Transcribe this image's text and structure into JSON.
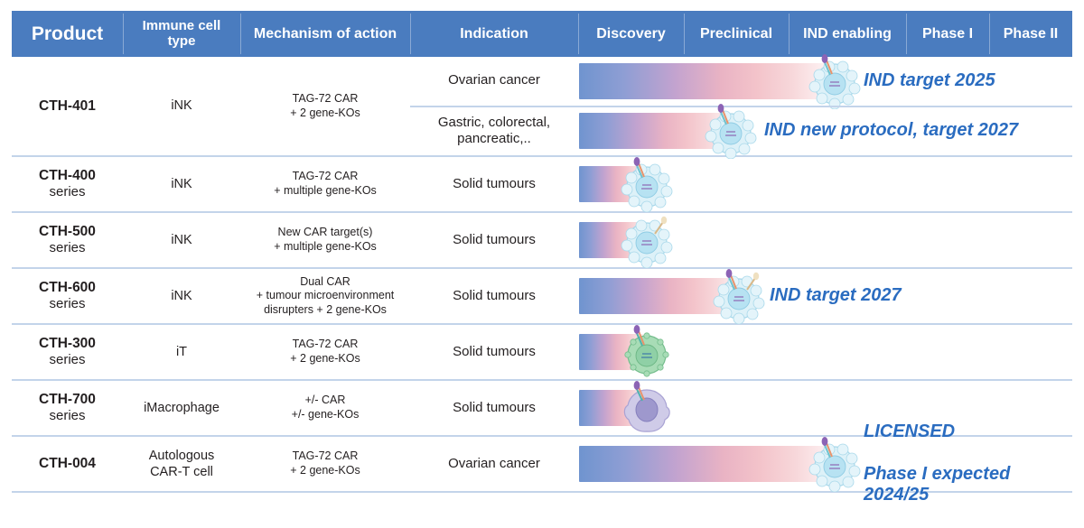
{
  "chart_data": {
    "type": "table",
    "title": "Clinical development pipeline",
    "stages": [
      "Discovery",
      "Preclinical",
      "IND enabling",
      "Phase I",
      "Phase II"
    ],
    "columns": [
      "Product",
      "Immune cell type",
      "Mechanism of action",
      "Indication",
      "Discovery",
      "Preclinical",
      "IND enabling",
      "Phase I",
      "Phase II"
    ],
    "rows": [
      {
        "product": "CTH-401",
        "cell_type": "iNK",
        "moa": "TAG-72 CAR\n+ 2 gene-KOs",
        "indications": [
          "Ovarian cancer",
          "Gastric, colorectal, pancreatic,.."
        ],
        "progress": [
          "IND enabling",
          "Preclinical"
        ],
        "annotations": [
          "IND target 2025",
          "IND new protocol, target 2027"
        ]
      },
      {
        "product": "CTH-400 series",
        "cell_type": "iNK",
        "moa": "TAG-72 CAR\n+ multiple gene-KOs",
        "indications": [
          "Solid tumours"
        ],
        "progress": [
          "Discovery"
        ],
        "annotations": [
          ""
        ]
      },
      {
        "product": "CTH-500 series",
        "cell_type": "iNK",
        "moa": "New CAR target(s)\n+ multiple gene-KOs",
        "indications": [
          "Solid tumours"
        ],
        "progress": [
          "Discovery"
        ],
        "annotations": [
          ""
        ]
      },
      {
        "product": "CTH-600 series",
        "cell_type": "iNK",
        "moa": "Dual CAR\n+ tumour microenvironment disrupters + 2 gene-KOs",
        "indications": [
          "Solid tumours"
        ],
        "progress": [
          "Preclinical"
        ],
        "annotations": [
          "IND target 2027"
        ]
      },
      {
        "product": "CTH-300 series",
        "cell_type": "iT",
        "moa": "TAG-72 CAR\n+ 2 gene-KOs",
        "indications": [
          "Solid tumours"
        ],
        "progress": [
          "Discovery"
        ],
        "annotations": [
          ""
        ]
      },
      {
        "product": "CTH-700 series",
        "cell_type": "iMacrophage",
        "moa": "+/- CAR\n+/- gene-KOs",
        "indications": [
          "Solid tumours"
        ],
        "progress": [
          "Discovery"
        ],
        "annotations": [
          ""
        ]
      },
      {
        "product": "CTH-004",
        "cell_type": "Autologous CAR-T cell",
        "moa": "TAG-72 CAR\n+ 2 gene-KOs",
        "indications": [
          "Ovarian cancer"
        ],
        "progress": [
          "IND enabling"
        ],
        "annotations": [
          "LICENSED\nPhase I expected 2024/25"
        ]
      }
    ]
  },
  "colors": {
    "header_bg": "#4a7cbf",
    "header_text": "#ffffff",
    "row_divider": "#c3d4ea",
    "annotation_text": "#2a6cc0",
    "bar_gradient_start": "#6f94cf",
    "bar_gradient_end": "#ffffff",
    "nk_cell": "#bfe3f0",
    "it_cell": "#8fcf9f",
    "macrophage_cell": "#b0abd6"
  },
  "header": {
    "product": "Product",
    "cell_type": "Immune cell\ntype",
    "moa": "Mechanism of action",
    "indication": "Indication",
    "discovery": "Discovery",
    "preclinical": "Preclinical",
    "ind_enabling": "IND enabling",
    "phase_i": "Phase I",
    "phase_ii": "Phase II"
  },
  "rows": {
    "r401": {
      "product": "CTH-401",
      "product_sub": "",
      "cell_type": "iNK",
      "moa_line1": "TAG-72 CAR",
      "moa_line2": "+ 2 gene-KOs",
      "moa_line3": "",
      "indication_a": "Ovarian cancer",
      "indication_b_line1": "Gastric, colorectal,",
      "indication_b_line2": "pancreatic,..",
      "annot_a": "IND target 2025",
      "annot_b": "IND new protocol, target 2027"
    },
    "r400": {
      "product": "CTH-400",
      "product_sub": "series",
      "cell_type": "iNK",
      "moa_line1": "TAG-72 CAR",
      "moa_line2": "+ multiple gene-KOs",
      "moa_line3": "",
      "indication": "Solid tumours",
      "annot": ""
    },
    "r500": {
      "product": "CTH-500",
      "product_sub": "series",
      "cell_type": "iNK",
      "moa_line1": "New CAR target(s)",
      "moa_line2": "+ multiple gene-KOs",
      "moa_line3": "",
      "indication": "Solid tumours",
      "annot": ""
    },
    "r600": {
      "product": "CTH-600",
      "product_sub": "series",
      "cell_type": "iNK",
      "moa_line1": "Dual CAR",
      "moa_line2": "+ tumour microenvironment",
      "moa_line3": "disrupters + 2 gene-KOs",
      "indication": "Solid tumours",
      "annot": "IND target 2027"
    },
    "r300": {
      "product": "CTH-300",
      "product_sub": "series",
      "cell_type": "iT",
      "moa_line1": "TAG-72 CAR",
      "moa_line2": "+ 2 gene-KOs",
      "moa_line3": "",
      "indication": "Solid tumours",
      "annot": ""
    },
    "r700": {
      "product": "CTH-700",
      "product_sub": "series",
      "cell_type": "iMacrophage",
      "moa_line1": "+/- CAR",
      "moa_line2": "+/- gene-KOs",
      "moa_line3": "",
      "indication": "Solid tumours",
      "annot": ""
    },
    "r004": {
      "product": "CTH-004",
      "product_sub": "",
      "cell_type_line1": "Autologous",
      "cell_type_line2": "CAR-T cell",
      "moa_line1": "TAG-72 CAR",
      "moa_line2": "+ 2 gene-KOs",
      "moa_line3": "",
      "indication": "Ovarian cancer",
      "annot_line1": "LICENSED",
      "annot_line2": "Phase I expected 2024/25"
    }
  }
}
